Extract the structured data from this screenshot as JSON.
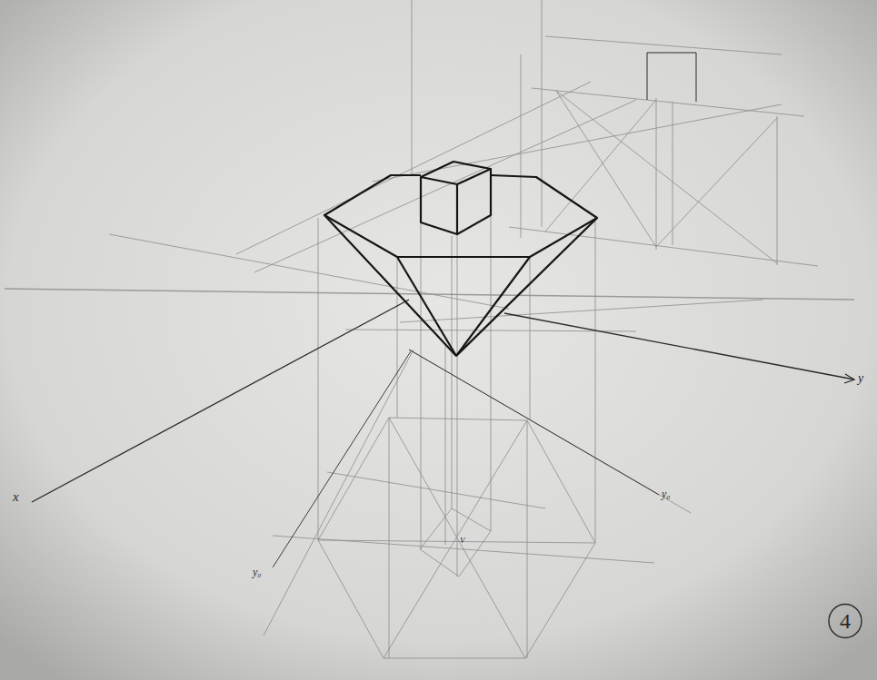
{
  "diagram": {
    "nodes": [
      {
        "text": [
          "4"
        ]
      }
    ],
    "labels": [
      "x",
      "y",
      "y₀",
      "y₀",
      "V"
    ]
  }
}
